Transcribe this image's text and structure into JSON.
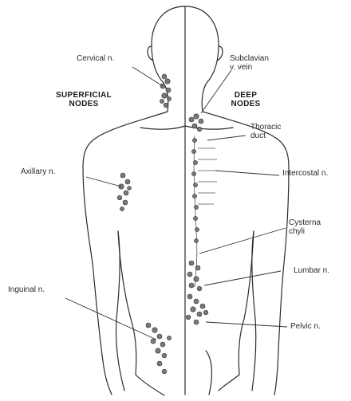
{
  "headings": {
    "superficial_line1": "SUPERFICIAL",
    "superficial_line2": "NODES",
    "deep_line1": "DEEP",
    "deep_line2": "NODES"
  },
  "labels": {
    "cervical": "Cervical n.",
    "subclavian_line1": "Subclavian",
    "subclavian_line2": "v. vein",
    "thoracic_line1": "Thoracic",
    "thoracic_line2": "duct",
    "axillary": "Axillary n.",
    "intercostal": "Intercostal n.",
    "cysterna_line1": "Cysterna",
    "cysterna_line2": "chyli",
    "lumbar": "Lumbar n.",
    "inguinal": "Inguinal n.",
    "pelvic": "Pelvic n."
  },
  "colors": {
    "outline": "#2b2b2b",
    "node_fill": "#7a7a7a",
    "background": "#ffffff"
  }
}
